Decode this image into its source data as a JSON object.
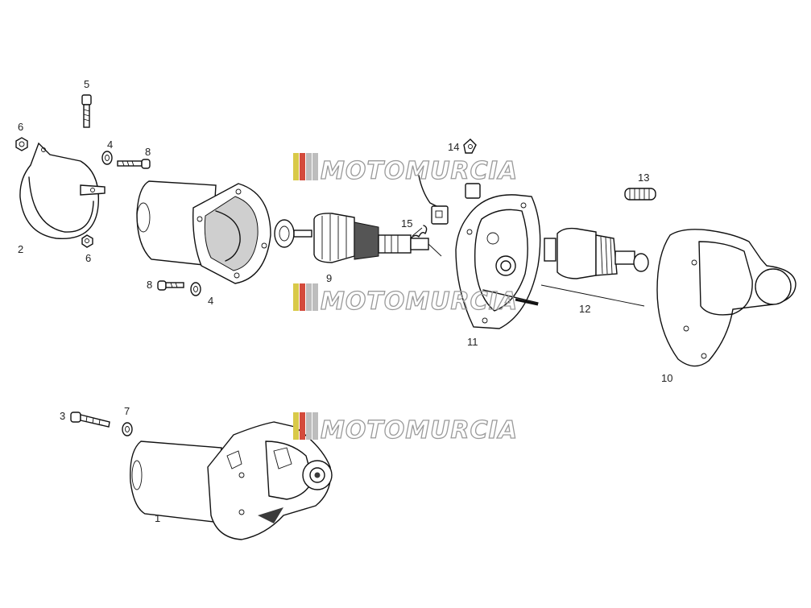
{
  "diagram": {
    "part_labels": {
      "p1": "1",
      "p2": "2",
      "p3": "3",
      "p4a": "4",
      "p4b": "4",
      "p5": "5",
      "p6a": "6",
      "p6b": "6",
      "p7": "7",
      "p8a": "8",
      "p8b": "8",
      "p9": "9",
      "p10": "10",
      "p11": "11",
      "p12": "12",
      "p13": "13",
      "p14": "14",
      "p15": "15"
    }
  },
  "watermark": {
    "text": "MOTOMURCIA",
    "stripe_colors": [
      "#d9c948",
      "#d44b3c",
      "#bdbdbd",
      "#bdbdbd"
    ]
  }
}
